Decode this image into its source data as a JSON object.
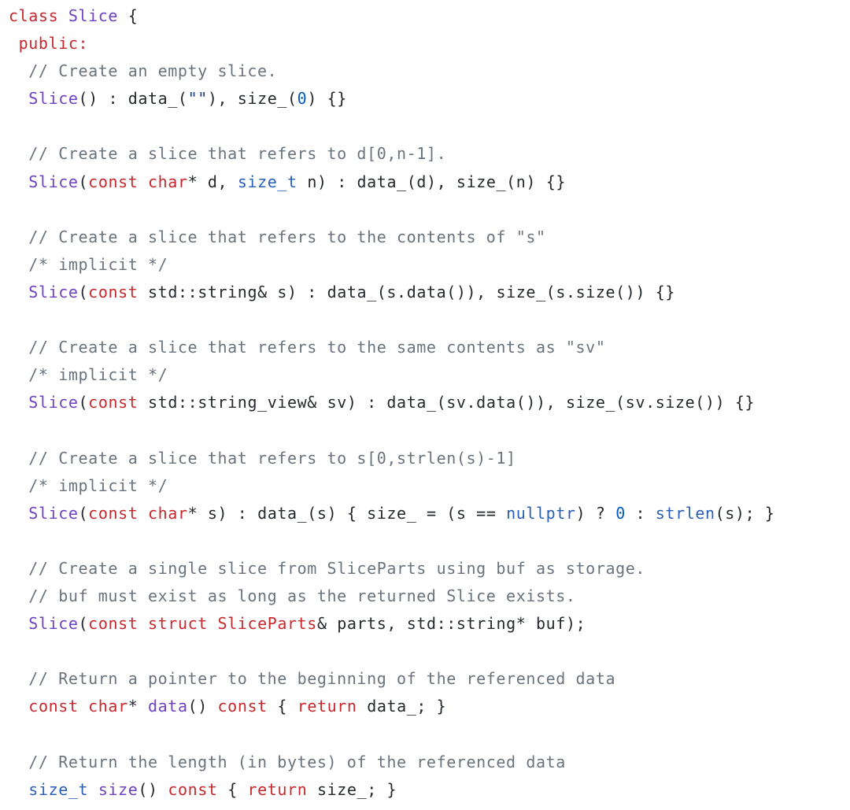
{
  "colors": {
    "background": "#ffffff",
    "keyword": "#c8282d",
    "function": "#6f42c1",
    "type": "#2a5fb8",
    "comment": "#6a737d",
    "string": "#1d3f78",
    "number": "#005cc5",
    "plain": "#24292e"
  },
  "code": {
    "language": "cpp",
    "lines": [
      [
        [
          "kw",
          "class "
        ],
        [
          "fn",
          "Slice"
        ],
        [
          "plain",
          " {"
        ]
      ],
      [
        [
          "kw",
          " public:"
        ]
      ],
      [
        [
          "com",
          "  // Create an empty slice."
        ]
      ],
      [
        [
          "plain",
          "  "
        ],
        [
          "fn",
          "Slice"
        ],
        [
          "plain",
          "() : data_("
        ],
        [
          "str",
          "\"\""
        ],
        [
          "plain",
          "), size_("
        ],
        [
          "num",
          "0"
        ],
        [
          "plain",
          ") {}"
        ]
      ],
      [],
      [
        [
          "com",
          "  // Create a slice that refers to d[0,n-1]."
        ]
      ],
      [
        [
          "plain",
          "  "
        ],
        [
          "fn",
          "Slice"
        ],
        [
          "plain",
          "("
        ],
        [
          "kw",
          "const char"
        ],
        [
          "plain",
          "* d, "
        ],
        [
          "type",
          "size_t"
        ],
        [
          "plain",
          " n) : data_(d), size_(n) {}"
        ]
      ],
      [],
      [
        [
          "com",
          "  // Create a slice that refers to the contents of \"s\""
        ]
      ],
      [
        [
          "com",
          "  /* implicit */"
        ]
      ],
      [
        [
          "plain",
          "  "
        ],
        [
          "fn",
          "Slice"
        ],
        [
          "plain",
          "("
        ],
        [
          "kw",
          "const"
        ],
        [
          "plain",
          " std::string& s) : data_(s.data()), size_(s.size()) {}"
        ]
      ],
      [],
      [
        [
          "com",
          "  // Create a slice that refers to the same contents as \"sv\""
        ]
      ],
      [
        [
          "com",
          "  /* implicit */"
        ]
      ],
      [
        [
          "plain",
          "  "
        ],
        [
          "fn",
          "Slice"
        ],
        [
          "plain",
          "("
        ],
        [
          "kw",
          "const"
        ],
        [
          "plain",
          " std::string_view& sv) : data_(sv.data()), size_(sv.size()) {}"
        ]
      ],
      [],
      [
        [
          "com",
          "  // Create a slice that refers to s[0,strlen(s)-1]"
        ]
      ],
      [
        [
          "com",
          "  /* implicit */"
        ]
      ],
      [
        [
          "plain",
          "  "
        ],
        [
          "fn",
          "Slice"
        ],
        [
          "plain",
          "("
        ],
        [
          "kw",
          "const char"
        ],
        [
          "plain",
          "* s) : data_(s) { size_ = (s == "
        ],
        [
          "type",
          "nullptr"
        ],
        [
          "plain",
          ") ? "
        ],
        [
          "num",
          "0"
        ],
        [
          "plain",
          " : "
        ],
        [
          "type",
          "strlen"
        ],
        [
          "plain",
          "(s); }"
        ]
      ],
      [],
      [
        [
          "com",
          "  // Create a single slice from SliceParts using buf as storage."
        ]
      ],
      [
        [
          "com",
          "  // buf must exist as long as the returned Slice exists."
        ]
      ],
      [
        [
          "plain",
          "  "
        ],
        [
          "fn",
          "Slice"
        ],
        [
          "plain",
          "("
        ],
        [
          "kw",
          "const struct "
        ],
        [
          "kw",
          "SliceParts"
        ],
        [
          "plain",
          "& parts, std::string* buf);"
        ]
      ],
      [],
      [
        [
          "com",
          "  // Return a pointer to the beginning of the referenced data"
        ]
      ],
      [
        [
          "plain",
          "  "
        ],
        [
          "kw",
          "const char"
        ],
        [
          "plain",
          "* "
        ],
        [
          "fn",
          "data"
        ],
        [
          "plain",
          "() "
        ],
        [
          "kw",
          "const"
        ],
        [
          "plain",
          " { "
        ],
        [
          "kw",
          "return"
        ],
        [
          "plain",
          " data_; }"
        ]
      ],
      [],
      [
        [
          "com",
          "  // Return the length (in bytes) of the referenced data"
        ]
      ],
      [
        [
          "plain",
          "  "
        ],
        [
          "type",
          "size_t"
        ],
        [
          "plain",
          " "
        ],
        [
          "fn",
          "size"
        ],
        [
          "plain",
          "() "
        ],
        [
          "kw",
          "const"
        ],
        [
          "plain",
          " { "
        ],
        [
          "kw",
          "return"
        ],
        [
          "plain",
          " size_; }"
        ]
      ]
    ]
  }
}
